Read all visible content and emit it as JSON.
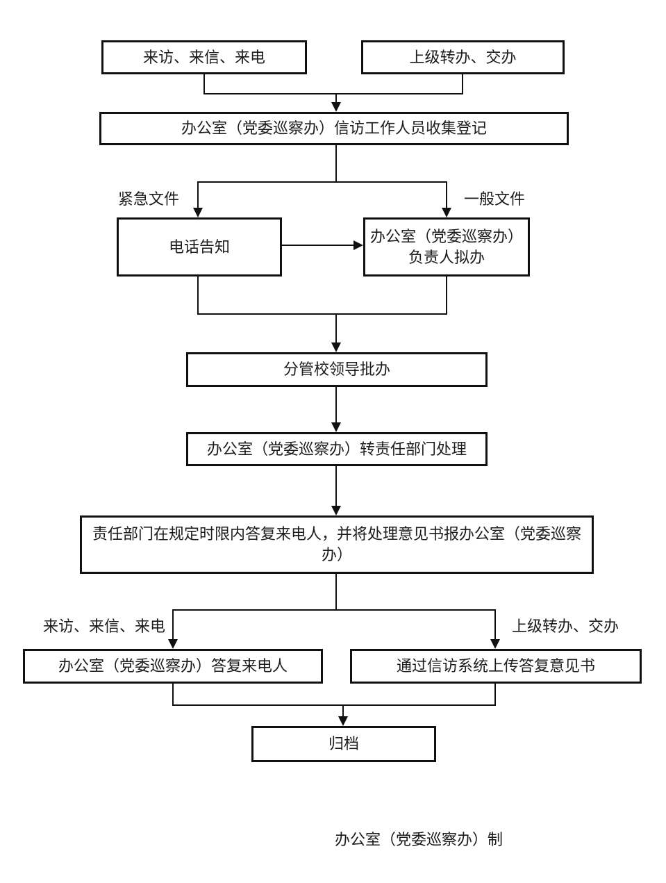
{
  "colors": {
    "background": "#ffffff",
    "line": "#111111",
    "text": "#1c1c1c"
  },
  "nodes": {
    "source_left": {
      "label": "来访、来信、来电"
    },
    "source_right": {
      "label": "上级转办、交办"
    },
    "collect": {
      "label": "办公室（党委巡察办）信访工作人员收集登记"
    },
    "phone_notify": {
      "label": "电话告知"
    },
    "director_draft": {
      "label": "办公室（党委巡察办）负责人拟办"
    },
    "leader_approve": {
      "label": "分管校领导批办"
    },
    "transfer_dept": {
      "label": "办公室（党委巡察办）转责任部门处理"
    },
    "dept_reply": {
      "label": "责任部门在规定时限内答复来电人，并将处理意见书报办公室（党委巡察办）"
    },
    "reply_caller": {
      "label": "办公室（党委巡察办）答复来电人"
    },
    "upload_system": {
      "label": "通过信访系统上传答复意见书"
    },
    "archive": {
      "label": "归档"
    }
  },
  "edge_labels": {
    "urgent": "紧急文件",
    "general": "一般文件",
    "visit_letter_call": "来访、来信、来电",
    "superior_transfer": "上级转办、交办"
  },
  "footer": {
    "credit": "办公室（党委巡察办）制"
  }
}
